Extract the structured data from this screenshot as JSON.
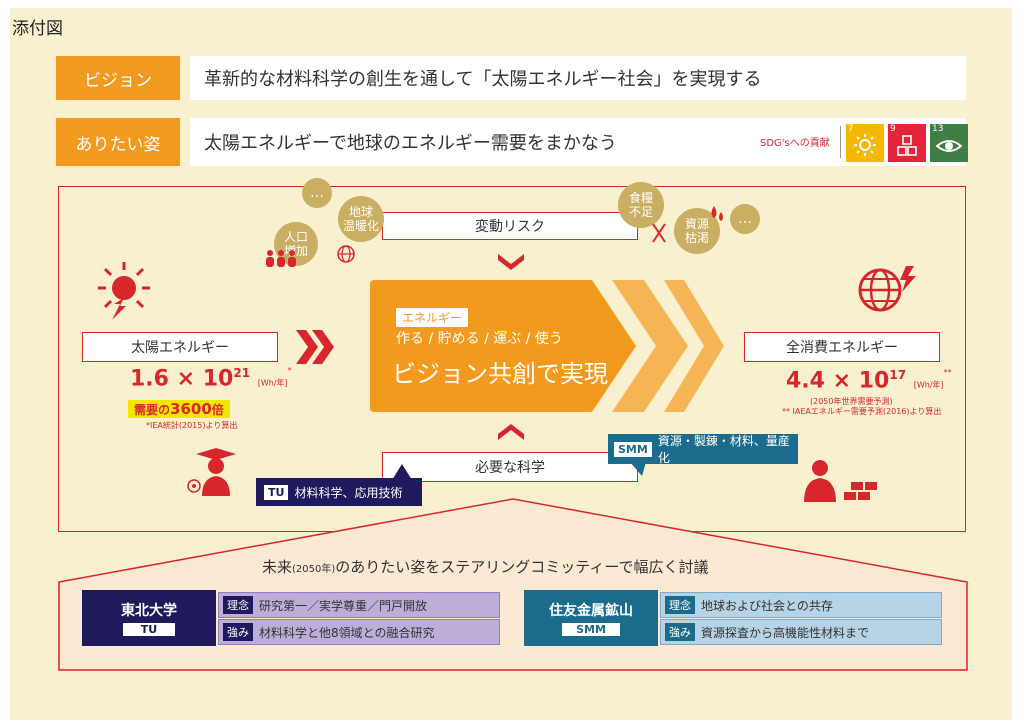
{
  "title": "添付図",
  "vision": {
    "label": "ビジョン",
    "text": "革新的な材料科学の創生を通して「太陽エネルギー社会」を実現する"
  },
  "ideal": {
    "label": "ありたい姿",
    "text": "太陽エネルギーで地球のエネルギー需要をまかなう"
  },
  "sdg": {
    "label": "SDG'sへの貢献",
    "goals": [
      {
        "num": "7",
        "color": "#f5b700",
        "icon": "sun-icon"
      },
      {
        "num": "9",
        "color": "#e5243b",
        "icon": "cubes-icon"
      },
      {
        "num": "13",
        "color": "#3f7e44",
        "icon": "eye-icon"
      }
    ]
  },
  "risk": {
    "label": "変動リスク"
  },
  "bubbles": {
    "dots1": "…",
    "population": "人口\n増加",
    "warming": "地球\n温暖化",
    "food": "食糧\n不足",
    "resource": "資源\n枯渇",
    "dots2": "…"
  },
  "center": {
    "tag": "エネルギー",
    "verbs": "作る / 貯める / 運ぶ / 使う",
    "main": "ビジョン共創で実現"
  },
  "solar": {
    "label": "太陽エネルギー",
    "value": "1.6 × 10",
    "exp": "21",
    "unit": "[Wh/年]",
    "star": "*",
    "demand_prefix": "需要の",
    "demand_num": "3600",
    "demand_suffix": "倍",
    "note": "*IEA統計(2015)より算出"
  },
  "consumption": {
    "label": "全消費エネルギー",
    "value": "4.4 × 10",
    "exp": "17",
    "unit": "[Wh/年]",
    "star": "**",
    "note1": "(2050年世界需要予測)",
    "note2": "** IAEAエネルギー需要予測(2016)より算出"
  },
  "science": {
    "label": "必要な科学"
  },
  "tu_callout": {
    "tag": "TU",
    "text": "材料科学、応用技術"
  },
  "smm_callout": {
    "tag": "SMM",
    "text": "資源・製錬・材料、量産化"
  },
  "future": {
    "prefix": "未来",
    "year": "(2050年)",
    "suffix": "のありたい姿をステアリングコミッティーで幅広く討議"
  },
  "tohoku": {
    "name": "東北大学",
    "abbr": "TU",
    "rows": [
      {
        "tag": "理念",
        "text": "研究第一／実学尊重／門戸開放"
      },
      {
        "tag": "強み",
        "text": "材料科学と他8領域との融合研究"
      }
    ]
  },
  "sumitomo": {
    "name": "住友金属鉱山",
    "abbr": "SMM",
    "rows": [
      {
        "tag": "理念",
        "text": "地球および社会との共存"
      },
      {
        "tag": "強み",
        "text": "資源探査から高機能性材料まで"
      }
    ]
  }
}
